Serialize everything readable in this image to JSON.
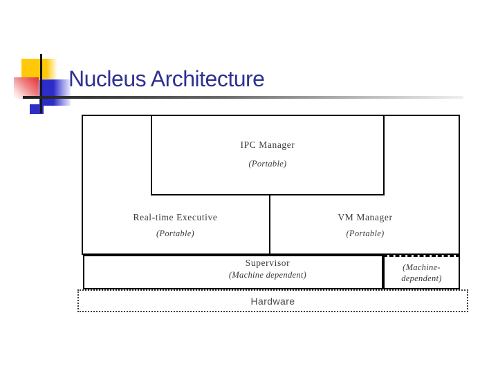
{
  "slide": {
    "title": "Nucleus Architecture"
  },
  "diagram": {
    "ipc": {
      "name": "IPC Manager",
      "note": "(Portable)"
    },
    "realtime_executive": {
      "name": "Real-time Executive",
      "note": "(Portable)"
    },
    "vm_manager": {
      "name": "VM Manager",
      "note": "(Portable)"
    },
    "supervisor": {
      "name": "Supervisor",
      "note": "(Machine dependent)"
    },
    "machine_dependent": {
      "line1": "(Machine-",
      "line2": "dependent)"
    },
    "hardware": {
      "name": "Hardware"
    }
  },
  "colors": {
    "title_text": "#2e3192",
    "accent_yellow": "#ffc90a",
    "accent_red": "#e3312f",
    "accent_blue": "#2c2cc8",
    "diagram_line": "#000000"
  }
}
